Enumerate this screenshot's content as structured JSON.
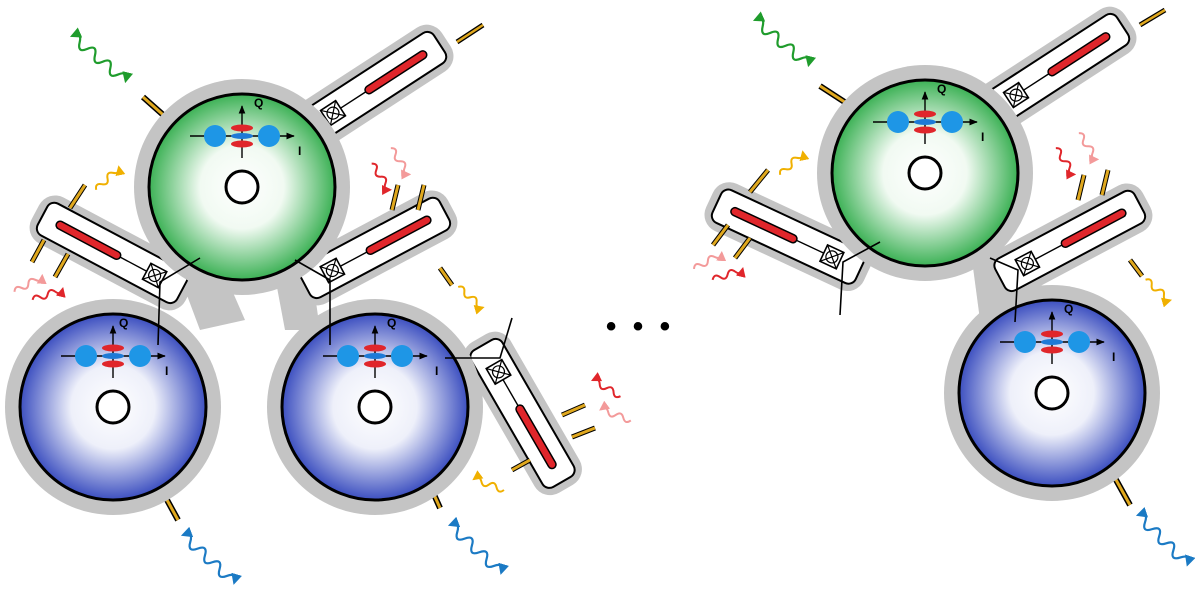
{
  "labels": {
    "q": "Q",
    "i": "I"
  },
  "ellipsis": "• • •",
  "colors": {
    "housing": "#c4c4c4",
    "green_cavity": "#2ea84a",
    "blue_cavity": "#3246b8",
    "state_dot": "#1e96e6",
    "red_mode": "#e0262b",
    "blue_mode": "#1e7ad6",
    "pin": "#e0a81e",
    "wave_green": "#1f9c2c",
    "wave_blue": "#1b7ac4",
    "wave_red": "#e0262b",
    "wave_pink": "#f39a9a",
    "wave_yellow": "#f0b000"
  },
  "icons": [
    "cavity",
    "readout-resonator",
    "mixer-box",
    "iq-phase-space",
    "microwave-signal"
  ]
}
